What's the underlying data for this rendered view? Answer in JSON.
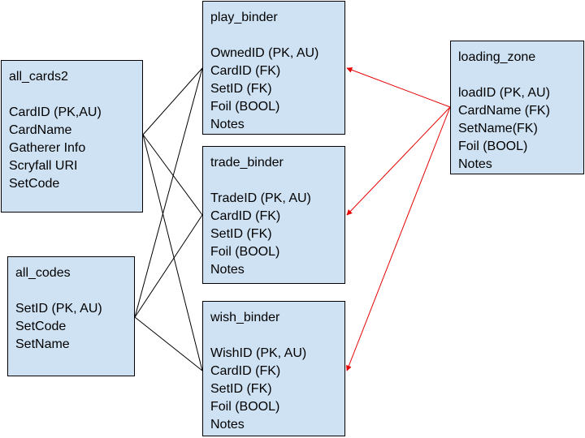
{
  "colors": {
    "box_fill": "#cfe2f3",
    "border": "#000000",
    "relation_line": "#000000",
    "arrow": "#e60000"
  },
  "tables": {
    "all_cards2": {
      "name": "all_cards2",
      "fields": [
        "CardID (PK,AU)",
        "CardName",
        "Gatherer Info",
        "Scryfall URI",
        "SetCode"
      ]
    },
    "play_binder": {
      "name": "play_binder",
      "fields": [
        "OwnedID (PK, AU)",
        "CardID (FK)",
        "SetID (FK)",
        "Foil (BOOL)",
        "Notes"
      ]
    },
    "trade_binder": {
      "name": "trade_binder",
      "fields": [
        "TradeID (PK, AU)",
        "CardID (FK)",
        "SetID (FK)",
        "Foil (BOOL)",
        "Notes"
      ]
    },
    "all_codes": {
      "name": "all_codes",
      "fields": [
        "SetID (PK, AU)",
        "SetCode",
        "SetName"
      ]
    },
    "wish_binder": {
      "name": "wish_binder",
      "fields": [
        "WishID (PK, AU)",
        "CardID (FK)",
        "SetID (FK)",
        "Foil (BOOL)",
        "Notes"
      ]
    },
    "loading_zone": {
      "name": "loading_zone",
      "fields": [
        "loadID (PK, AU)",
        "CardName (FK)",
        "SetName(FK)",
        "Foil (BOOL)",
        "Notes"
      ]
    }
  },
  "relations": [
    {
      "from": "all_cards2",
      "to": "play_binder",
      "style": "line"
    },
    {
      "from": "all_cards2",
      "to": "trade_binder",
      "style": "line"
    },
    {
      "from": "all_cards2",
      "to": "wish_binder",
      "style": "line"
    },
    {
      "from": "all_codes",
      "to": "play_binder",
      "style": "line"
    },
    {
      "from": "all_codes",
      "to": "trade_binder",
      "style": "line"
    },
    {
      "from": "all_codes",
      "to": "wish_binder",
      "style": "line"
    },
    {
      "from": "loading_zone",
      "to": "play_binder",
      "style": "arrow"
    },
    {
      "from": "loading_zone",
      "to": "trade_binder",
      "style": "arrow"
    },
    {
      "from": "loading_zone",
      "to": "wish_binder",
      "style": "arrow"
    }
  ]
}
